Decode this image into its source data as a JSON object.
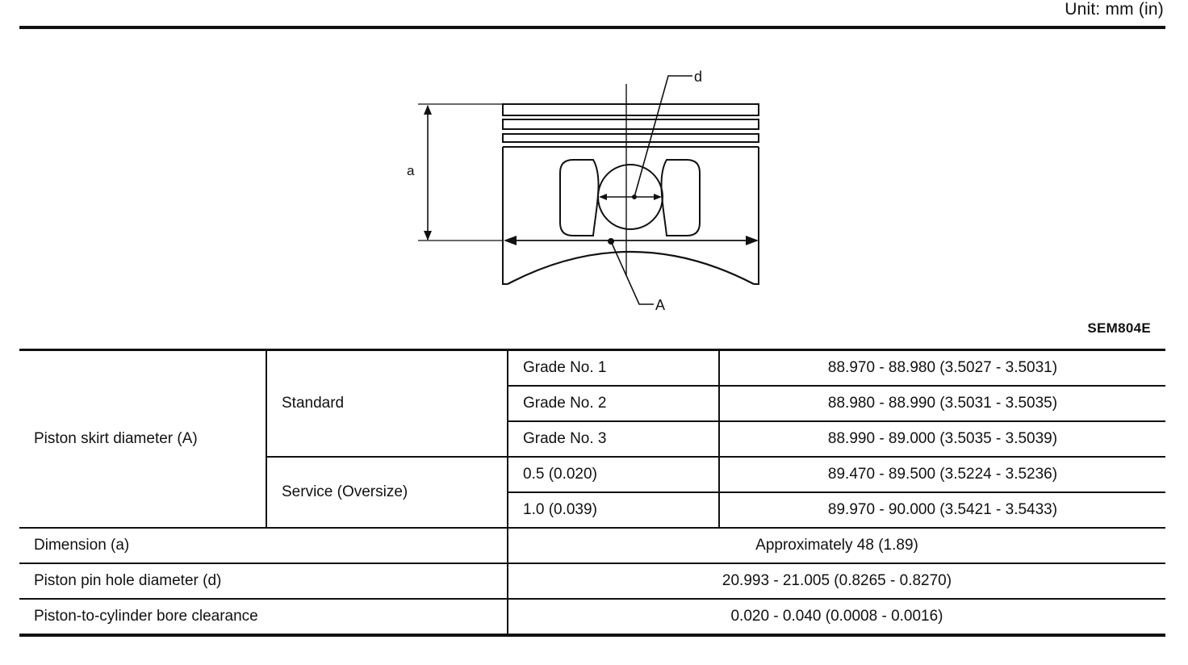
{
  "header": {
    "unit": "Unit: mm (in)"
  },
  "figure": {
    "label_d": "d",
    "label_a": "a",
    "label_A": "A",
    "code": "SEM804E"
  },
  "table": {
    "skirt": {
      "label": "Piston skirt diameter (A)",
      "standard_label": "Standard",
      "service_label": "Service (Oversize)",
      "rows": [
        {
          "grade": "Grade No. 1",
          "value": "88.970 - 88.980 (3.5027 - 3.5031)"
        },
        {
          "grade": "Grade No. 2",
          "value": "88.980 - 88.990 (3.5031 - 3.5035)"
        },
        {
          "grade": "Grade No. 3",
          "value": "88.990 - 89.000 (3.5035 - 3.5039)"
        },
        {
          "grade": "0.5 (0.020)",
          "value": "89.470 - 89.500 (3.5224 - 3.5236)"
        },
        {
          "grade": "1.0 (0.039)",
          "value": "89.970 - 90.000 (3.5421 - 3.5433)"
        }
      ]
    },
    "dimension": {
      "label": "Dimension (a)",
      "value": "Approximately 48 (1.89)"
    },
    "pin_hole": {
      "label": "Piston pin hole diameter (d)",
      "value": "20.993 - 21.005 (0.8265 - 0.8270)"
    },
    "clearance": {
      "label": "Piston-to-cylinder bore clearance",
      "value": "0.020 - 0.040 (0.0008 - 0.0016)"
    }
  }
}
